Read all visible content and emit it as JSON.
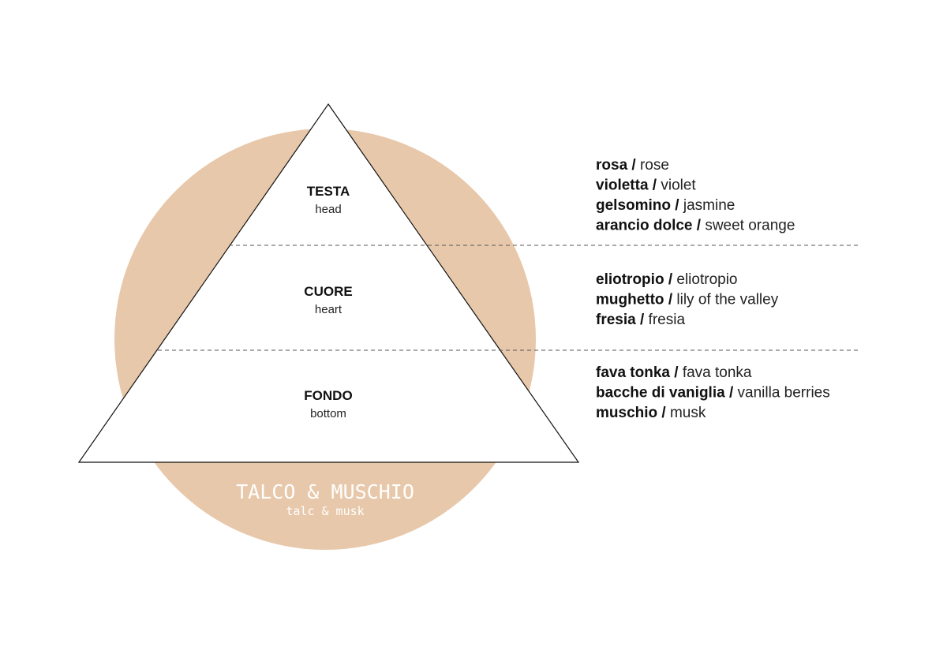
{
  "colors": {
    "circle": "#e8c8aa",
    "line": "#111111",
    "background": "#ffffff"
  },
  "pyramid": {
    "levels": [
      {
        "title": "TESTA",
        "subtitle": "head"
      },
      {
        "title": "CUORE",
        "subtitle": "heart"
      },
      {
        "title": "FONDO",
        "subtitle": "bottom"
      }
    ]
  },
  "family": {
    "title": "TALCO & MUSCHIO",
    "subtitle": "talc & musk"
  },
  "notes": [
    [
      {
        "it": "rosa / ",
        "en": "rose"
      },
      {
        "it": "violetta / ",
        "en": "violet"
      },
      {
        "it": "gelsomino / ",
        "en": "jasmine"
      },
      {
        "it": "arancio dolce / ",
        "en": "sweet orange"
      }
    ],
    [
      {
        "it": "eliotropio / ",
        "en": "eliotropio"
      },
      {
        "it": "mughetto / ",
        "en": "lily of the valley"
      },
      {
        "it": "fresia / ",
        "en": "fresia"
      }
    ],
    [
      {
        "it": "fava tonka / ",
        "en": "fava tonka"
      },
      {
        "it": "bacche di vaniglia / ",
        "en": "vanilla berries"
      },
      {
        "it": "muschio / ",
        "en": "musk"
      }
    ]
  ]
}
